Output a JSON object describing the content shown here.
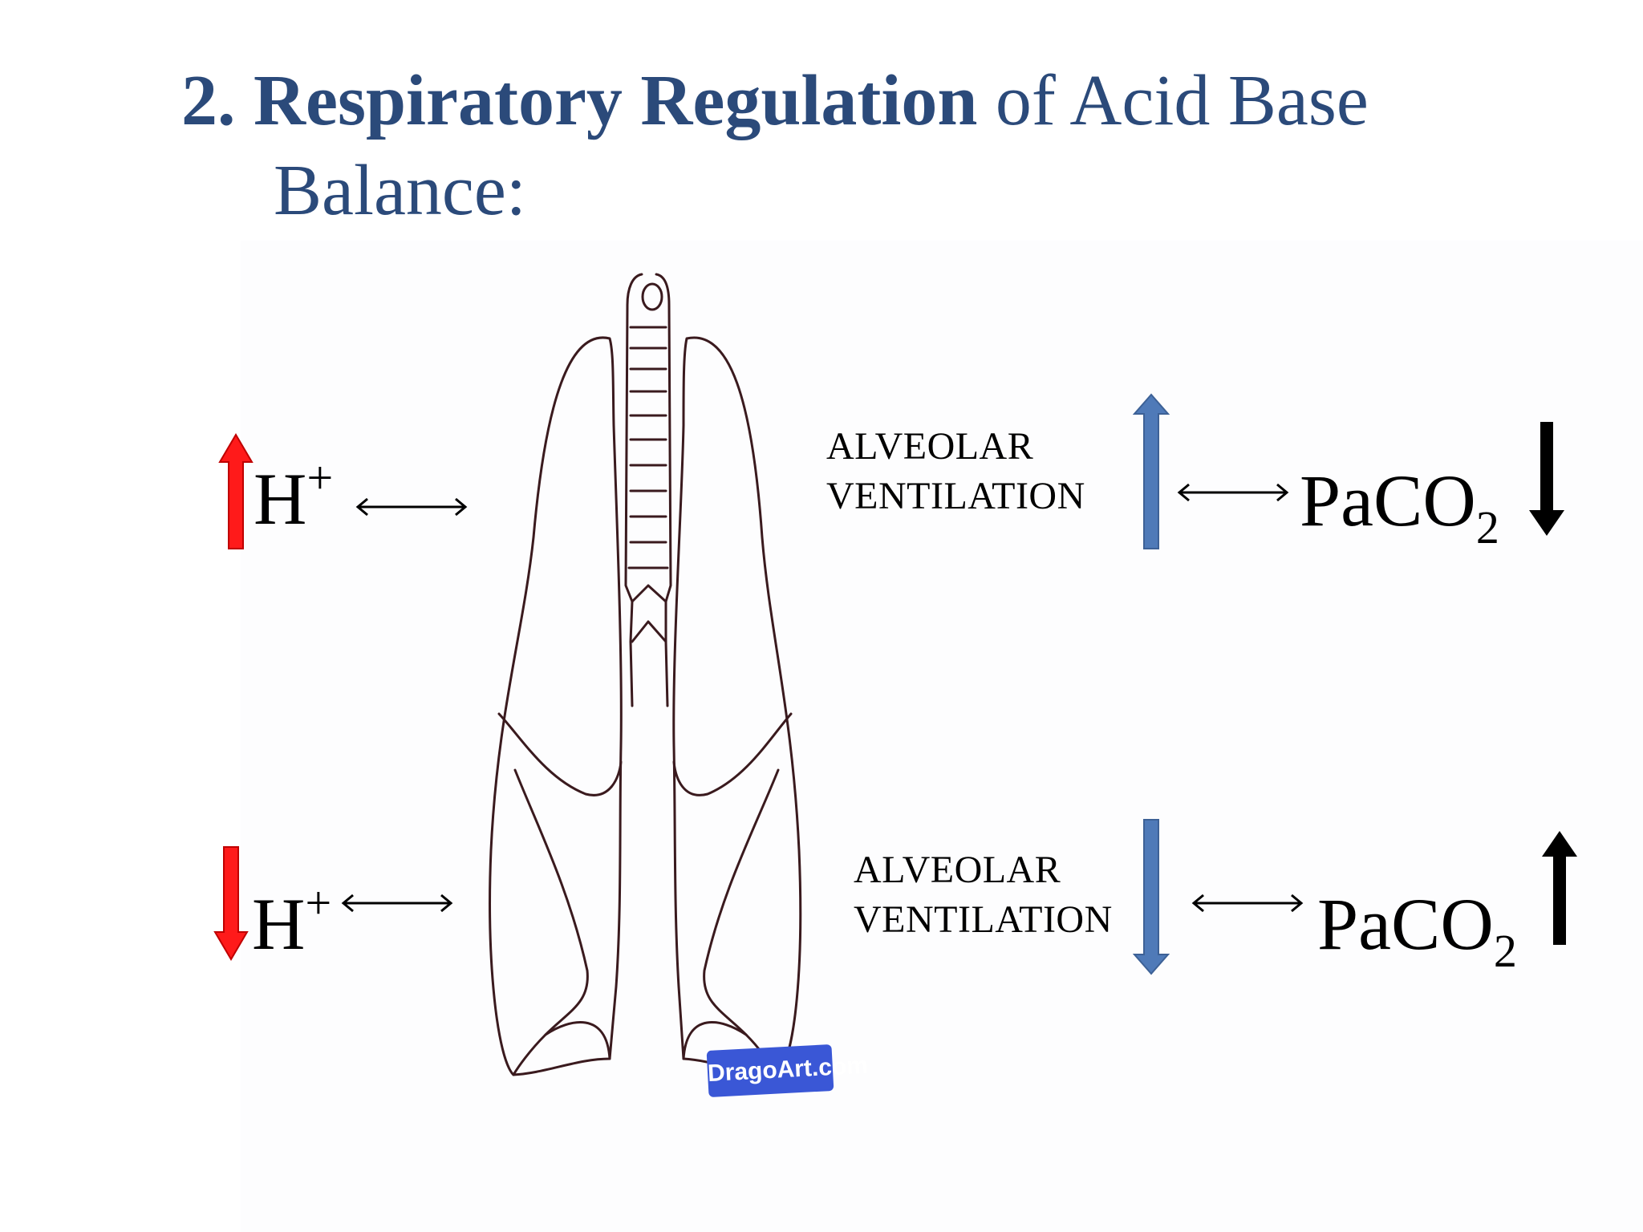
{
  "title": {
    "bold": "2. Respiratory Regulation",
    "rest": " of Acid Base",
    "line2": "Balance:"
  },
  "top_row": {
    "ion": "H",
    "ion_charge": "+",
    "label_line1": "ALVEOLAR",
    "label_line2": "VENTILATION",
    "gas": "PaCO",
    "gas_sub": "2"
  },
  "bottom_row": {
    "ion": "H",
    "ion_charge": "+",
    "label_line1": "ALVEOLAR",
    "label_line2": "VENTILATION",
    "gas": "PaCO",
    "gas_sub": "2"
  },
  "watermark": "DragoArt.com",
  "colors": {
    "title": "#2b4a7a",
    "h_arrow": "#ff1a1a",
    "ventilation_arrow": "#4f7ab8",
    "paco2_arrow": "#000000",
    "lung_outline": "#3a1a1e"
  },
  "icons": {
    "top_h": "arrow-up-red",
    "top_ventilation": "arrow-up-blue",
    "top_paco2": "arrow-down-black",
    "bottom_h": "arrow-down-red",
    "bottom_ventilation": "arrow-down-blue",
    "bottom_paco2": "arrow-up-black"
  }
}
